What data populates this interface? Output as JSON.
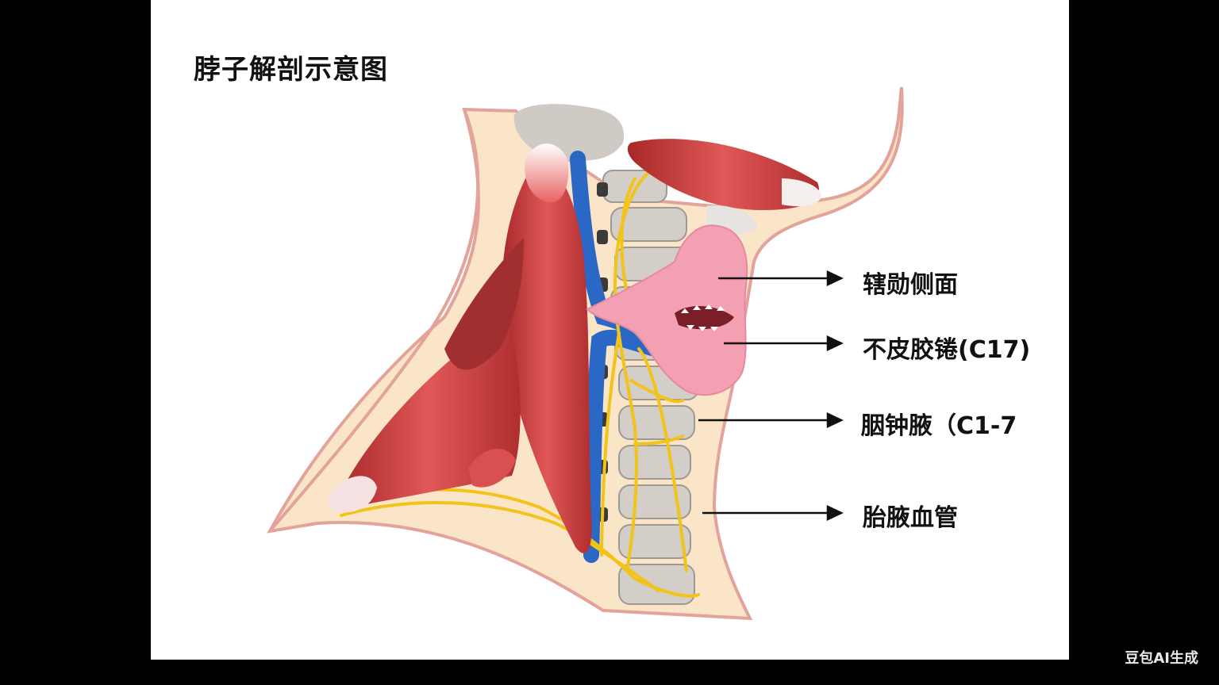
{
  "diagram": {
    "title": "脖子解剖示意图",
    "labels": [
      {
        "id": "label-1",
        "text": "辖勋侧面"
      },
      {
        "id": "label-2",
        "text": "不皮胶锩(C17)"
      },
      {
        "id": "label-3",
        "text": "胭钟腋（C1-7"
      },
      {
        "id": "label-4",
        "text": "胎腋血管"
      }
    ],
    "colors": {
      "skin": "#fae5c8",
      "skin_outline": "#e3a29a",
      "muscle": "#c73a3a",
      "muscle_light": "#e86262",
      "vein": "#2b67c4",
      "nerve": "#f2c318",
      "bone": "#cfcac3",
      "throat": "#f2a0b2"
    }
  },
  "watermark": "豆包AI生成"
}
